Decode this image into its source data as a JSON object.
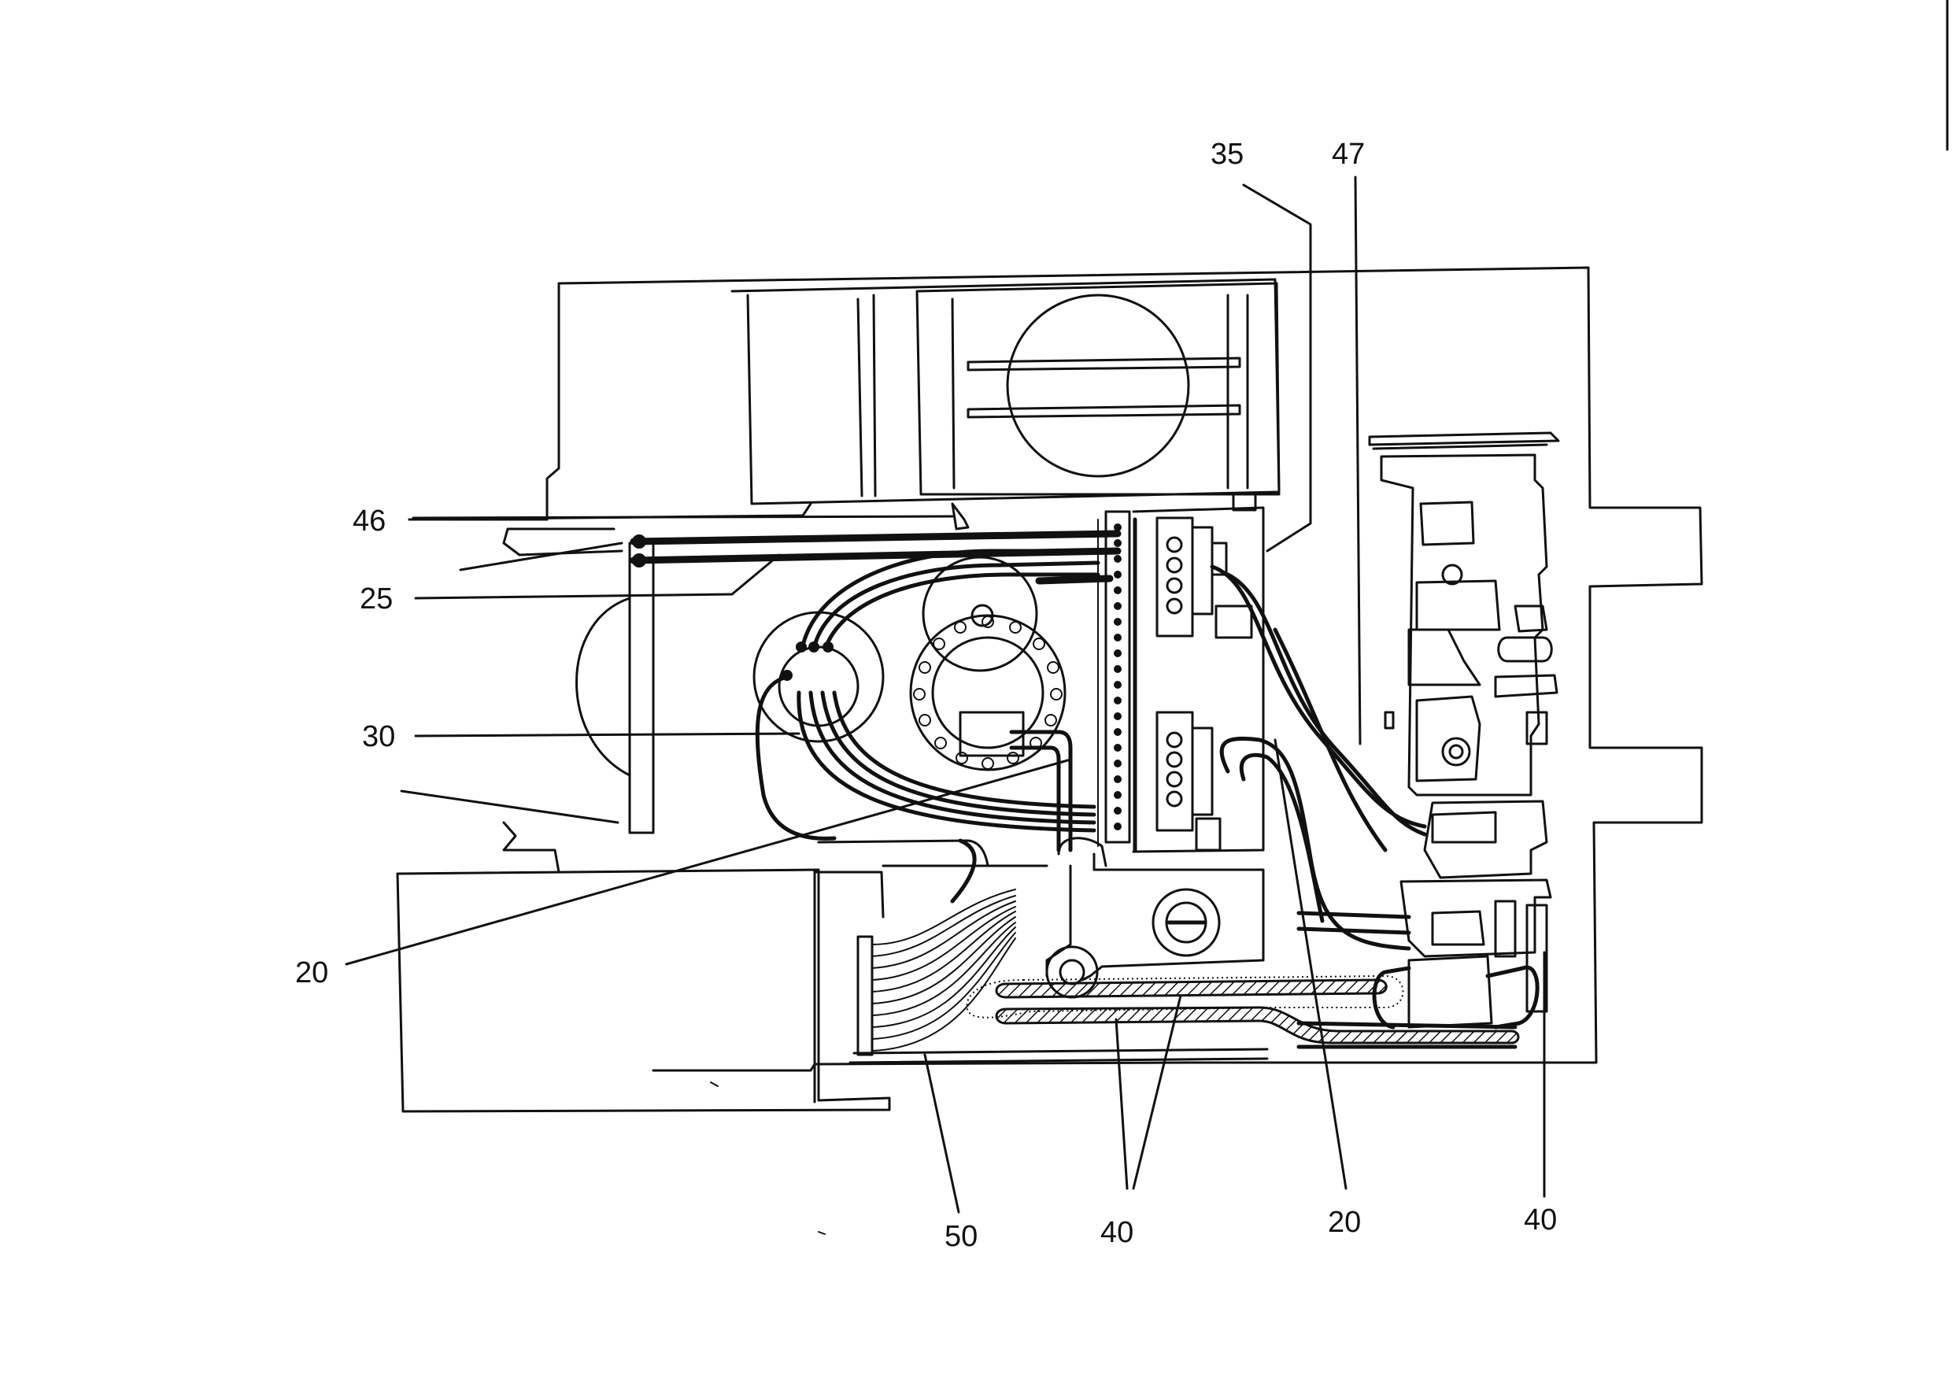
{
  "diagram": {
    "reference_labels": [
      {
        "id": "label-35",
        "text": "35"
      },
      {
        "id": "label-47",
        "text": "47"
      },
      {
        "id": "label-46",
        "text": "46"
      },
      {
        "id": "label-25",
        "text": "25"
      },
      {
        "id": "label-30",
        "text": "30"
      },
      {
        "id": "label-20-left",
        "text": "20"
      },
      {
        "id": "label-50",
        "text": "50"
      },
      {
        "id": "label-40-center",
        "text": "40"
      },
      {
        "id": "label-20-right",
        "text": "20"
      },
      {
        "id": "label-40-right",
        "text": "40"
      }
    ]
  }
}
